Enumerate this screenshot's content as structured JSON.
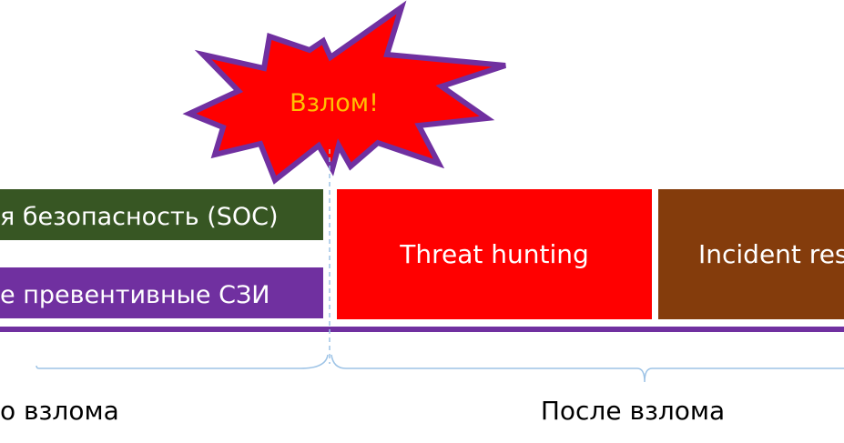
{
  "burst": {
    "label": "Взлом!",
    "fill_color": "#ff0000",
    "outline_color": "#7030a0",
    "text_color": "#ffc000"
  },
  "bars": {
    "soc": {
      "label": "я безопасность (SOC)",
      "color": "#375623"
    },
    "preventive": {
      "label": "е превентивные СЗИ",
      "color": "#7030a0"
    },
    "threat_hunting": {
      "label": "Threat hunting",
      "color": "#ff0000"
    },
    "incident_response": {
      "label": "Incident res",
      "color": "#843c0c"
    }
  },
  "timeline": {
    "color": "#7030a0"
  },
  "divider": {
    "color": "#9dc3e6"
  },
  "brace": {
    "color": "#9dc3e6"
  },
  "periods": {
    "before": "о взлома",
    "after": "После взлома"
  }
}
